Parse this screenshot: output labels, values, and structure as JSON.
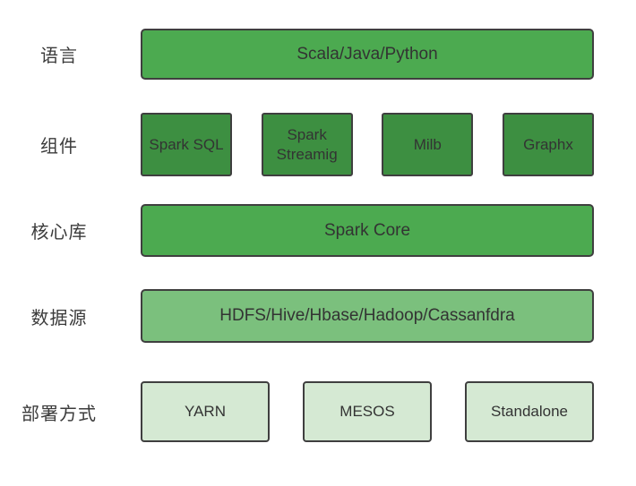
{
  "colors": {
    "green-medium": "#4caa50",
    "green-dark": "#3d8f41",
    "green-light": "#7bc07d",
    "green-pale": "#d5e9d3",
    "border": "#3f3f3f",
    "text": "#333333",
    "label-text": "#3b3b3b",
    "background": "#ffffff"
  },
  "rows": [
    {
      "label": "语言",
      "boxes": [
        {
          "text": "Scala/Java/Python"
        }
      ]
    },
    {
      "label": "组件",
      "boxes": [
        {
          "text": "Spark SQL"
        },
        {
          "text": "Spark Streamig"
        },
        {
          "text": "Milb"
        },
        {
          "text": "Graphx"
        }
      ]
    },
    {
      "label": "核心库",
      "boxes": [
        {
          "text": "Spark Core"
        }
      ]
    },
    {
      "label": "数据源",
      "boxes": [
        {
          "text": "HDFS/Hive/Hbase/Hadoop/Cassanfdra"
        }
      ]
    },
    {
      "label": "部署方式",
      "boxes": [
        {
          "text": "YARN"
        },
        {
          "text": "MESOS"
        },
        {
          "text": "Standalone"
        }
      ]
    }
  ]
}
